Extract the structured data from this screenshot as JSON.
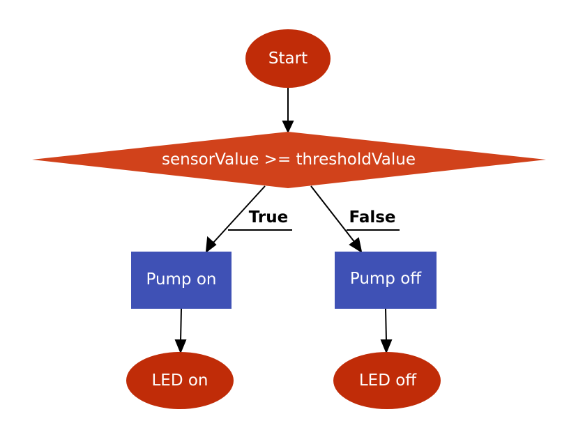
{
  "colors": {
    "terminal_fill": "#c02c08",
    "decision_fill": "#d1421b",
    "process_fill": "#3f51b5",
    "edge_color": "#000000",
    "label_text": "#ffffff"
  },
  "nodes": {
    "start": {
      "label": "Start",
      "shape": "ellipse"
    },
    "decision": {
      "label": "sensorValue >= thresholdValue",
      "shape": "diamond"
    },
    "pump_on": {
      "label": "Pump on",
      "shape": "rectangle"
    },
    "pump_off": {
      "label": "Pump off",
      "shape": "rectangle"
    },
    "led_on": {
      "label": "LED on",
      "shape": "ellipse"
    },
    "led_off": {
      "label": "LED off",
      "shape": "ellipse"
    }
  },
  "edges": {
    "start_to_decision": {
      "from": "start",
      "to": "decision",
      "label": ""
    },
    "decision_to_pump_on": {
      "from": "decision",
      "to": "pump_on",
      "label": "True"
    },
    "decision_to_pump_off": {
      "from": "decision",
      "to": "pump_off",
      "label": "False"
    },
    "pump_on_to_led_on": {
      "from": "pump_on",
      "to": "led_on",
      "label": ""
    },
    "pump_off_to_led_off": {
      "from": "pump_off",
      "to": "led_off",
      "label": ""
    }
  }
}
